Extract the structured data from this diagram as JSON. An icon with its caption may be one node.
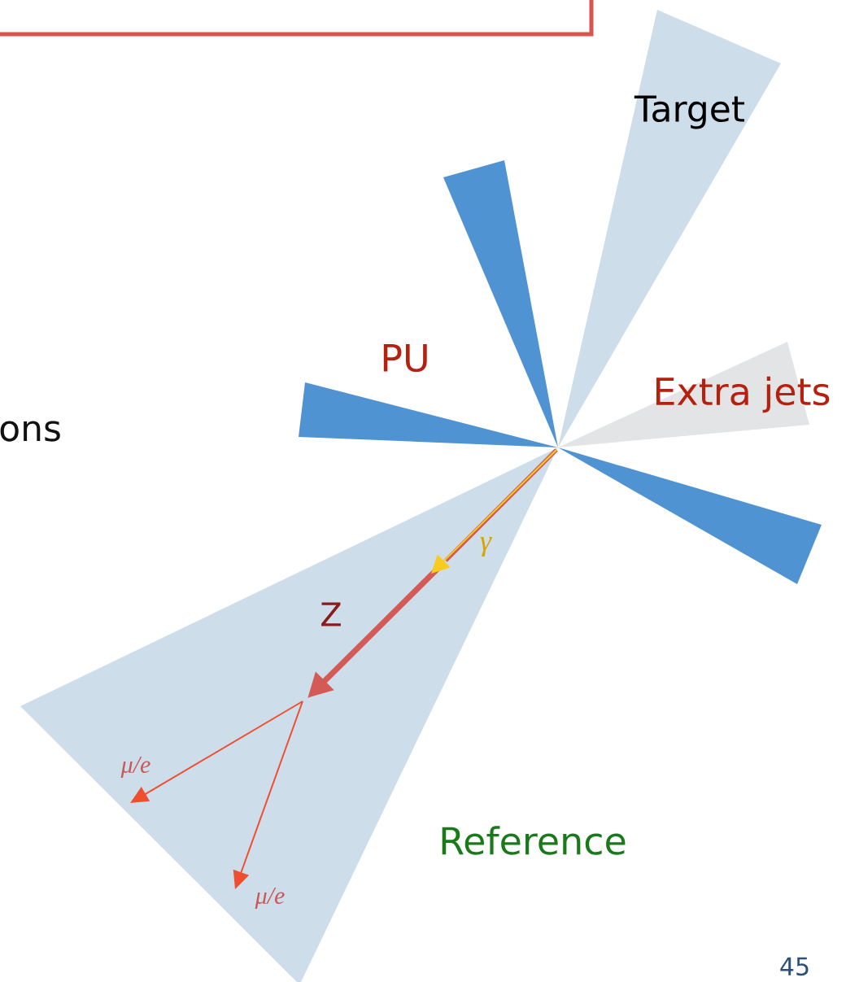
{
  "diagram": {
    "labels": [
      "Target",
      "PU",
      "Extra jets",
      "ons",
      "Z",
      "γ",
      "μ/e",
      "μ/e",
      "Reference",
      "45"
    ]
  }
}
